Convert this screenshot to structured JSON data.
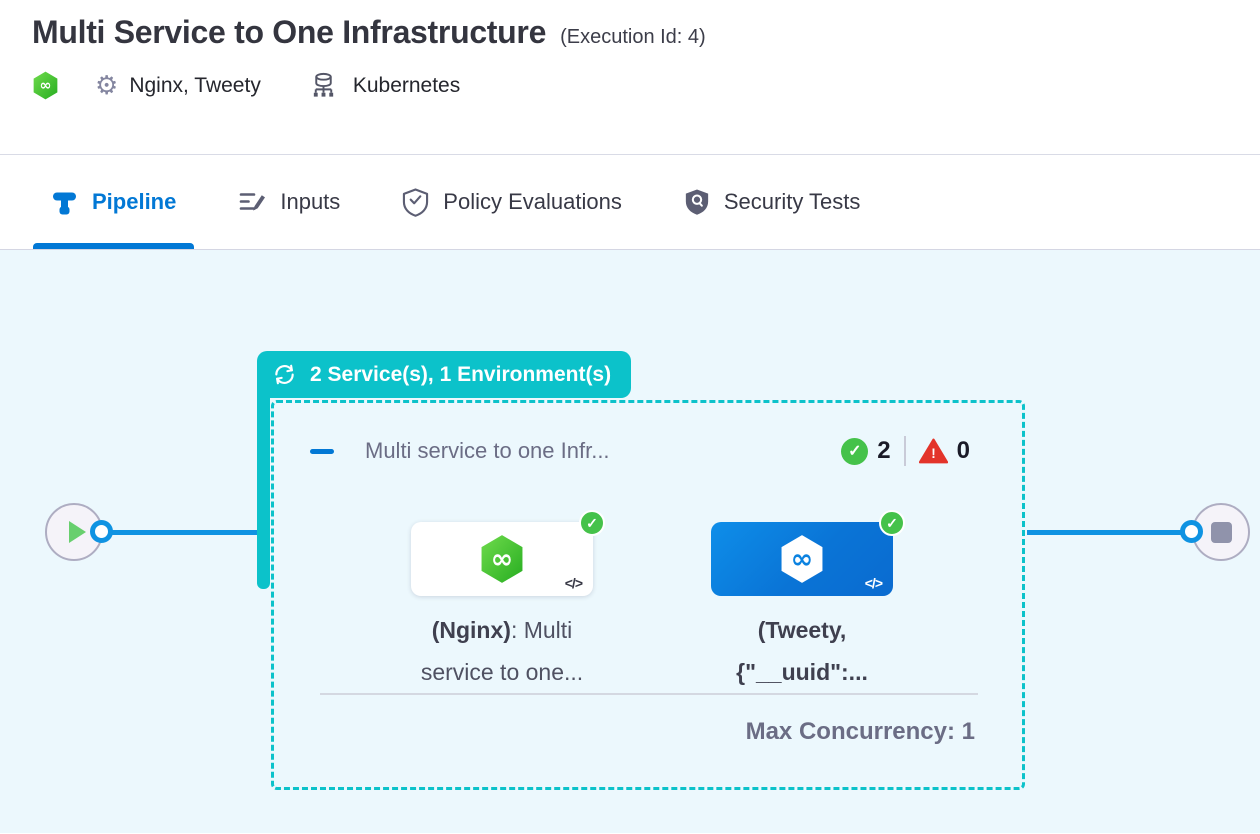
{
  "header": {
    "title": "Multi Service to One Infrastructure",
    "execution_id": "(Execution Id: 4)",
    "services": "Nginx, Tweety",
    "infrastructure": "Kubernetes"
  },
  "tabs": {
    "pipeline": "Pipeline",
    "inputs": "Inputs",
    "policy": "Policy Evaluations",
    "security": "Security Tests"
  },
  "canvas": {
    "loop_badge": "2 Service(s), 1 Environment(s)",
    "stage": {
      "title": "Multi service to one Infr...",
      "success_count": "2",
      "failed_count": "0",
      "max_concurrency": "Max Concurrency: 1",
      "service_nginx": {
        "bold": "(Nginx)",
        "rest": ": Multi",
        "line2": "service to one..."
      },
      "service_tweety": {
        "line1": "(Tweety,",
        "line2": "{\"__uuid\":..."
      }
    }
  },
  "icons": {
    "infinity": "∞",
    "code": "</>",
    "check": "✓",
    "exclaim": "!",
    "gear": "⚙"
  },
  "colors": {
    "teal": "#0cc2ca",
    "edge_blue": "#0f93e2",
    "tab_active_blue": "#0278d5",
    "success_green": "#45c24a",
    "error_red": "#e3342a",
    "tweety_blue": "#0b82e0",
    "canvas_bg": "#ecf8fd"
  }
}
